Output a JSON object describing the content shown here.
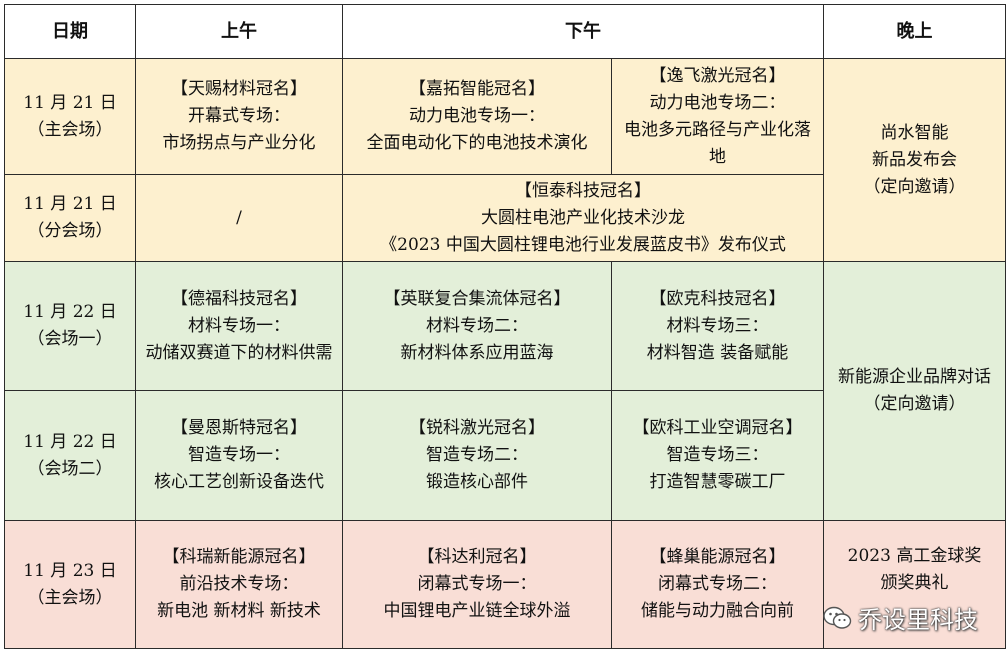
{
  "headers": {
    "date": "日期",
    "morning": "上午",
    "afternoon": "下午",
    "evening": "晚上"
  },
  "rows": {
    "r1": {
      "date": [
        "11 月 21 日",
        "（主会场）"
      ],
      "morning": [
        "【天赐材料冠名】",
        "开幕式专场：",
        "市场拐点与产业分化"
      ],
      "pm1": [
        "【嘉拓智能冠名】",
        "动力电池专场一：",
        "全面电动化下的电池技术演化"
      ],
      "pm2": [
        "【逸飞激光冠名】",
        "动力电池专场二：",
        "电池多元路径与产业化落地"
      ],
      "evening": [
        "尚水智能",
        "新品发布会",
        "（定向邀请）"
      ]
    },
    "r2": {
      "date": [
        "11 月 21 日",
        "（分会场）"
      ],
      "morning": "/",
      "pm": [
        "【恒泰科技冠名】",
        "大圆柱电池产业化技术沙龙",
        "《2023 中国大圆柱锂电池行业发展蓝皮书》发布仪式"
      ]
    },
    "r3": {
      "date": [
        "11 月 22 日",
        "（会场一）"
      ],
      "morning": [
        "【德福科技冠名】",
        "材料专场一：",
        "动储双赛道下的材料供需"
      ],
      "pm1": [
        "【英联复合集流体冠名】",
        "材料专场二：",
        "新材料体系应用蓝海"
      ],
      "pm2": [
        "【欧克科技冠名】",
        "材料专场三：",
        "材料智造 装备赋能"
      ],
      "evening": "新能源企业品牌对话（定向邀请）"
    },
    "r4": {
      "date": [
        "11 月 22 日",
        "（会场二）"
      ],
      "morning": [
        "【曼恩斯特冠名】",
        "智造专场一：",
        "核心工艺创新设备迭代"
      ],
      "pm1": [
        "【锐科激光冠名】",
        "智造专场二：",
        "锻造核心部件"
      ],
      "pm2": [
        "【欧科工业空调冠名】",
        "智造专场三：",
        "打造智慧零碳工厂"
      ]
    },
    "r5": {
      "date": [
        "11 月 23 日",
        "（主会场）"
      ],
      "morning": [
        "【科瑞新能源冠名】",
        "前沿技术专场：",
        "新电池 新材料 新技术"
      ],
      "pm1": [
        "【科达利冠名】",
        "闭幕式专场一：",
        "中国锂电产业链全球外溢"
      ],
      "pm2": [
        "【蜂巢能源冠名】",
        "闭幕式专场二：",
        "储能与动力融合向前"
      ],
      "evening": [
        "2023 高工金球奖",
        "颁奖典礼"
      ]
    }
  },
  "watermark": {
    "text": "乔设里科技",
    "icon": "wechat-icon"
  },
  "colors": {
    "yellow": "#fdf0cf",
    "green": "#e3efd9",
    "pink": "#f9ded6",
    "border": "#2b2b2b"
  }
}
